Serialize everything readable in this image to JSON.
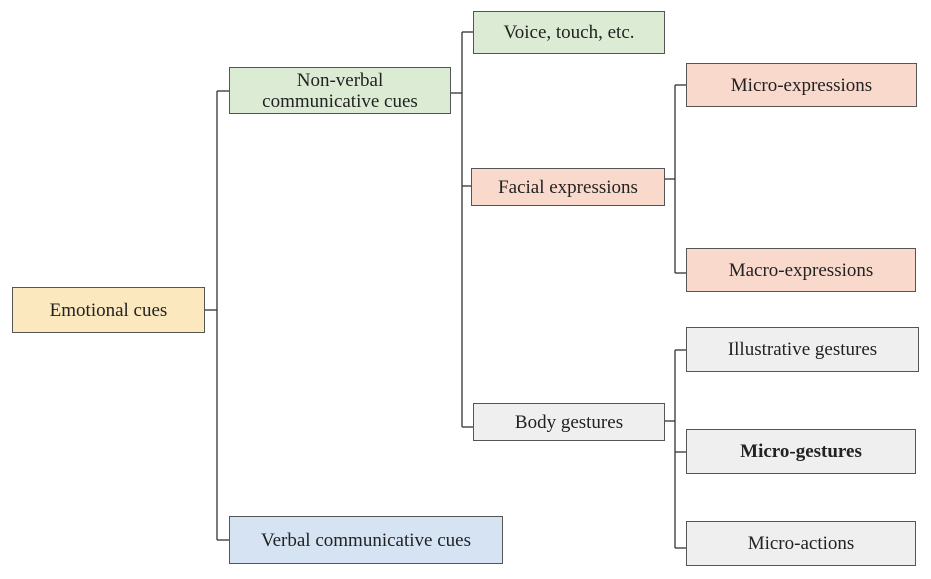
{
  "colors": {
    "yellow": "#fbe8bf",
    "green": "#dcebd4",
    "salmon": "#f9d9cb",
    "gray": "#efefef",
    "blue": "#d5e3f2",
    "line": "#333333"
  },
  "nodes": {
    "emotional_cues": "Emotional cues",
    "non_verbal_line1": "Non-verbal",
    "non_verbal_line2": "communicative cues",
    "verbal": "Verbal communicative cues",
    "voice_touch": "Voice, touch, etc.",
    "facial_expressions": "Facial expressions",
    "body_gestures": "Body gestures",
    "micro_expressions": "Micro-expressions",
    "macro_expressions": "Macro-expressions",
    "illustrative_gestures": "Illustrative gestures",
    "micro_gestures": "Micro-gestures",
    "micro_actions": "Micro-actions"
  }
}
